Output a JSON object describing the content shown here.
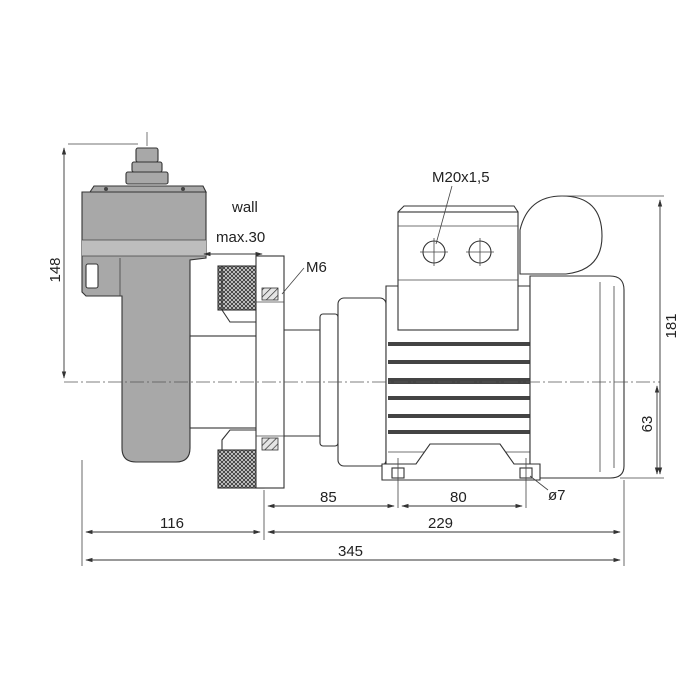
{
  "labels": {
    "wall": "wall",
    "max": "max.30",
    "m6": "M6",
    "m20": "M20x1,5",
    "dim148": "148",
    "dim181": "181",
    "dim63": "63",
    "dim85": "85",
    "dim80": "80",
    "dim7": "ø7",
    "dim116": "116",
    "dim229": "229",
    "dim345": "345"
  },
  "colors": {
    "pump_head": "#a8a8a8",
    "pump_body": "#c4c4c4",
    "line": "#333333",
    "background": "#ffffff"
  }
}
